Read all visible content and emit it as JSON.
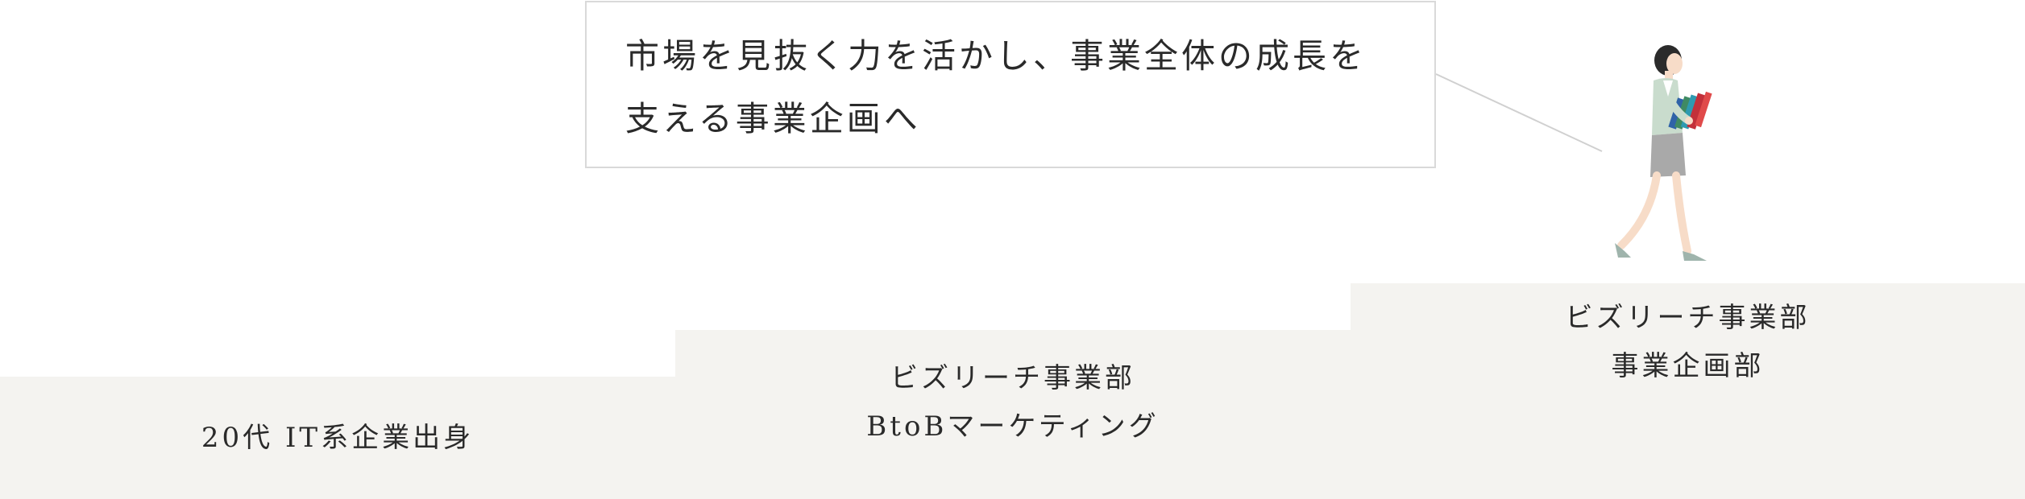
{
  "steps": [
    {
      "label": "20代 IT系企業出身"
    },
    {
      "label": "ビズリーチ事業部\nBtoBマーケティング"
    },
    {
      "label": "ビズリーチ事業部\n事業企画部"
    }
  ],
  "speech": {
    "text": "市場を見抜く力を活かし、事業全体の成長を\n支える事業企画へ"
  },
  "colors": {
    "step_fill": "#f4f3f0",
    "box_border": "#d9d9d9",
    "text": "#2a2a2a"
  },
  "icons": {
    "person": "woman-carrying-books-illustration"
  }
}
